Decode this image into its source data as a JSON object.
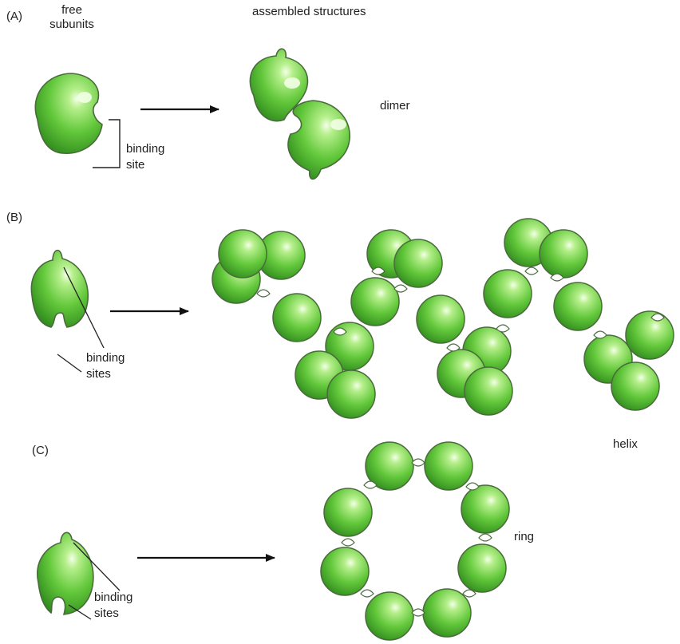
{
  "panel_a": {
    "letter": "(A)",
    "free_line1": "free",
    "free_line2": "subunits",
    "assembled_title": "assembled structures",
    "site_line1": "binding",
    "site_line2": "site",
    "product": "dimer"
  },
  "panel_b": {
    "letter": "(B)",
    "site_line1": "binding",
    "site_line2": "sites",
    "product": "helix"
  },
  "panel_c": {
    "letter": "(C)",
    "site_line1": "binding",
    "site_line2": "sites",
    "product": "ring"
  },
  "colors": {
    "subunit_fill": "#5cc13a",
    "subunit_outline": "#4a6b3c",
    "arrow": "#111111"
  }
}
